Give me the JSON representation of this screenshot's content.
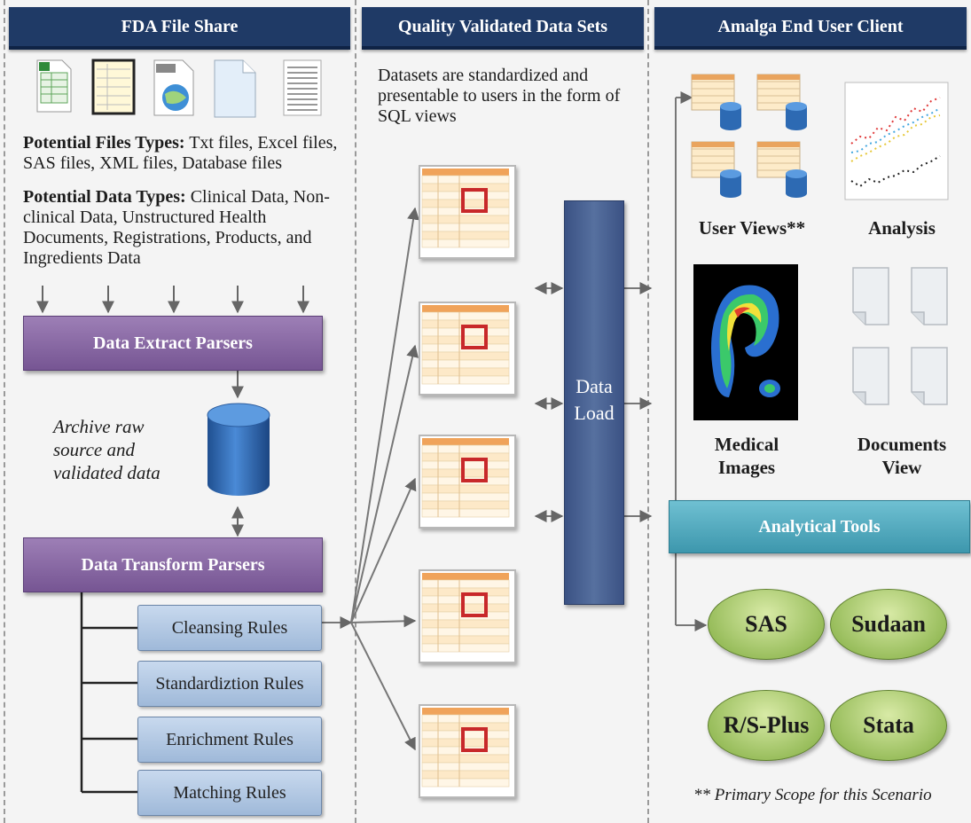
{
  "columns": {
    "fda": {
      "title": "FDA File Share"
    },
    "quality": {
      "title": "Quality Validated Data Sets"
    },
    "amalga": {
      "title": "Amalga End User Client"
    }
  },
  "fda": {
    "file_types_label": "Potential Files Types:",
    "file_types_text": " Txt files, Excel files, SAS files, XML files, Database files",
    "data_types_label": "Potential Data Types:",
    "data_types_text": " Clinical Data, Non-clinical Data, Unstructured Health Documents, Registrations, Products, and Ingredients Data",
    "extract_label": "Data Extract Parsers",
    "archive_text": "Archive raw source and validated data",
    "transform_label": "Data Transform Parsers",
    "rules": [
      "Cleansing Rules",
      "Standardiztion Rules",
      "Enrichment Rules",
      "Matching Rules"
    ],
    "file_icons": [
      "excel-file-icon",
      "spreadsheet-file-icon",
      "xml-file-icon",
      "text-file-icon",
      "database-file-icon"
    ]
  },
  "quality": {
    "description": "Datasets are standardized and presentable to users in the form of SQL views",
    "data_load_label": "Data Load"
  },
  "amalga": {
    "user_views_label": "User Views**",
    "analysis_label": "Analysis",
    "medical_images_label": "Medical Images",
    "documents_view_label": "Documents View",
    "analytical_tools_label": "Analytical Tools",
    "tools": [
      "SAS",
      "Sudaan",
      "R/S-Plus",
      "Stata"
    ],
    "footnote": "** Primary Scope for this Scenario"
  },
  "colors": {
    "header": "#1f3a66",
    "purple": "#8a6aa6",
    "rule_blue": "#b3c9e4",
    "data_load": "#4a6090",
    "teal": "#58aec3",
    "oval_green": "#a9c96c",
    "cylinder_blue": "#2d6ab3"
  }
}
